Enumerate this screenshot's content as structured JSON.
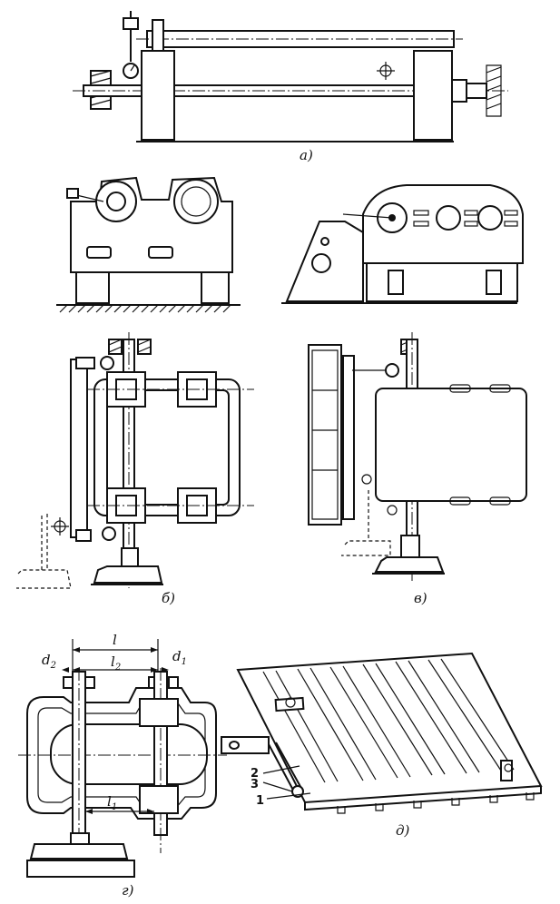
{
  "figure": {
    "panels": {
      "a": {
        "label": "а)"
      },
      "b": {
        "label": "б)"
      },
      "v": {
        "label": "в)"
      },
      "g": {
        "label": "г)"
      },
      "d": {
        "label": "д)"
      }
    },
    "dimensions": {
      "l": "l",
      "l2": "l",
      "l2_sub": "2",
      "l1": "l",
      "l1_sub": "1",
      "d2": "d",
      "d2_sub": "2",
      "d1": "d",
      "d1_sub": "1"
    },
    "callouts": {
      "one": "1",
      "two": "2",
      "three": "3"
    }
  }
}
